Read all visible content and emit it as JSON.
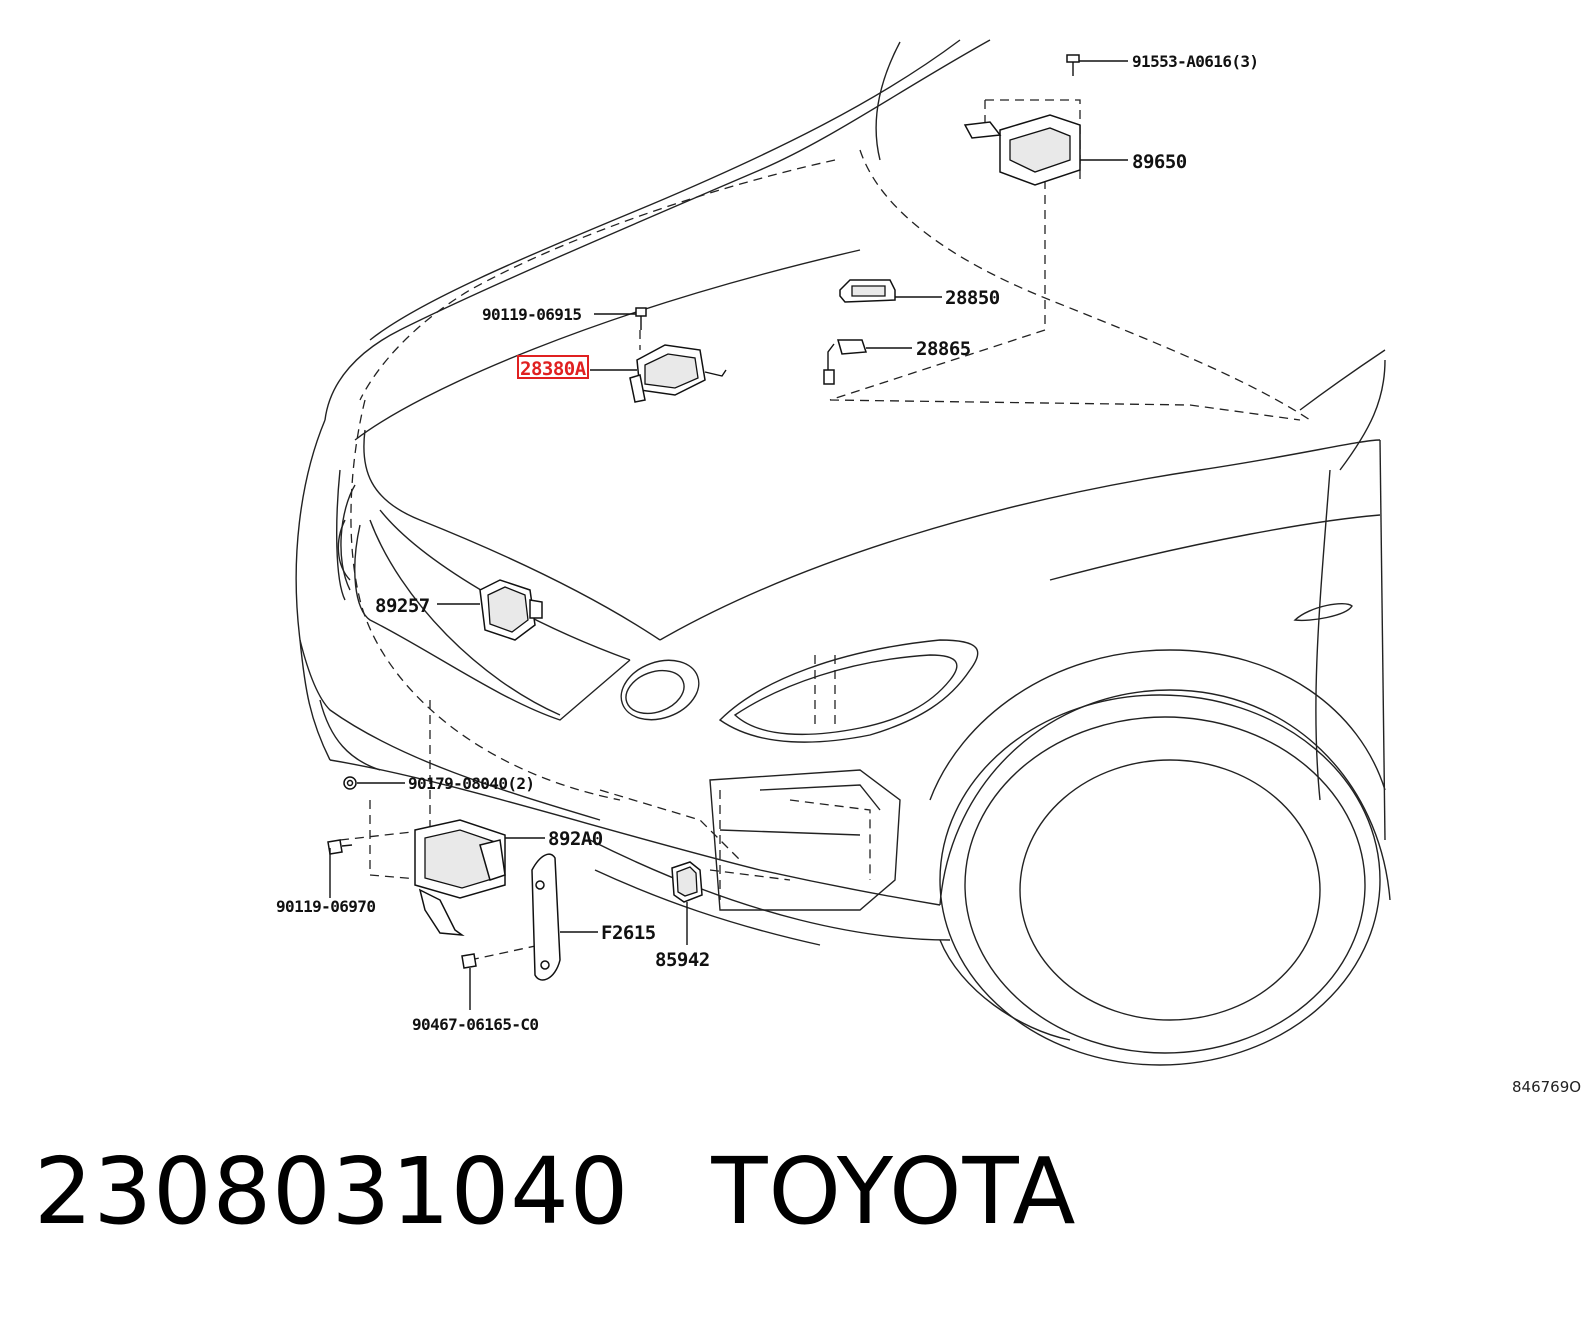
{
  "diagram": {
    "reference_code": "846769O",
    "highlight_color": "#e02020",
    "parts": [
      {
        "id": "p1",
        "label": "91553-A0616(3)"
      },
      {
        "id": "p2",
        "label": "89650"
      },
      {
        "id": "p3",
        "label": "28850"
      },
      {
        "id": "p4",
        "label": "28865"
      },
      {
        "id": "p5",
        "label": "90119-06915"
      },
      {
        "id": "p6",
        "label": "28380A",
        "highlighted": true
      },
      {
        "id": "p7",
        "label": "89257"
      },
      {
        "id": "p8",
        "label": "90179-08040(2)"
      },
      {
        "id": "p9",
        "label": "892A0"
      },
      {
        "id": "p10",
        "label": "90119-06970"
      },
      {
        "id": "p11",
        "label": "F2615"
      },
      {
        "id": "p12",
        "label": "85942"
      },
      {
        "id": "p13",
        "label": "90467-06165-C0"
      }
    ]
  },
  "footer": {
    "part_number": "2308031040",
    "brand": "TOYOTA"
  }
}
